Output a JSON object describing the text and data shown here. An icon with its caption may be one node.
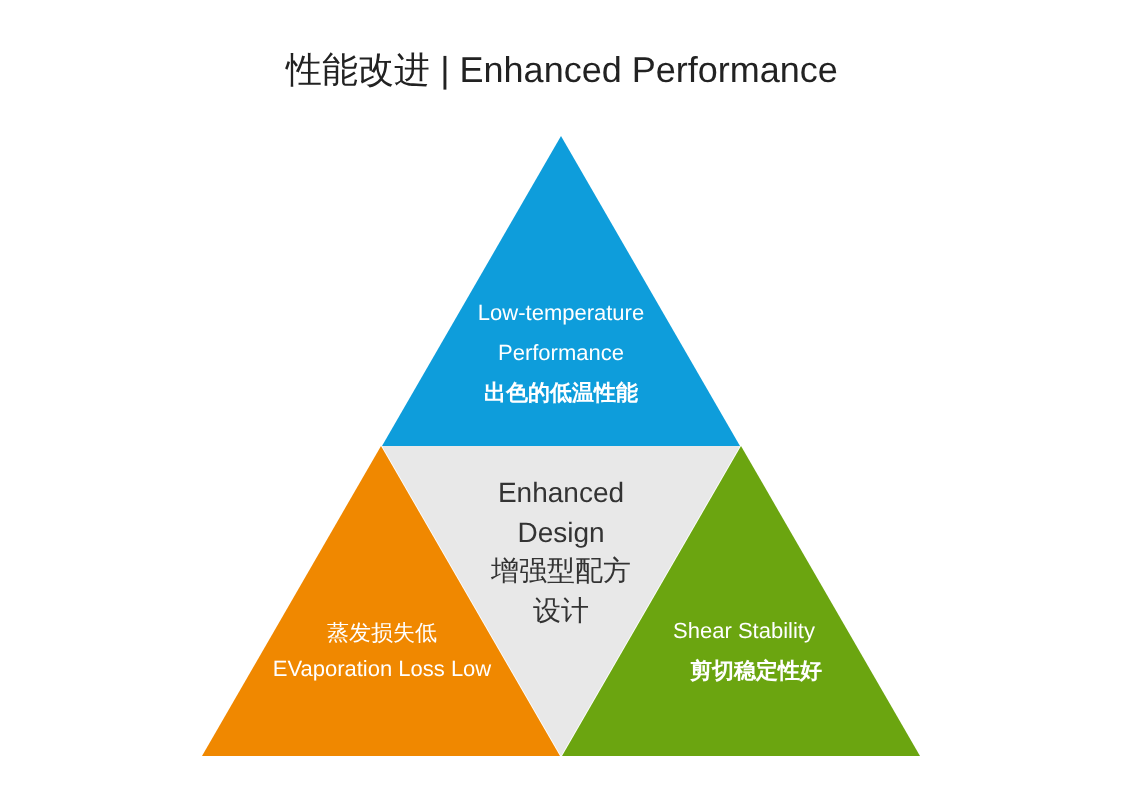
{
  "diagram": {
    "title": "性能改进 | Enhanced Performance",
    "nodes": [
      {
        "text": [
          "Low-temperature Performance",
          "出色的低温性能"
        ]
      },
      {
        "text": [
          "Enhanced Design",
          "增强型配方设计"
        ]
      },
      {
        "text": [
          "蒸发损失低",
          "EVaporation Loss Low"
        ]
      },
      {
        "text": [
          "Shear Stability",
          "剪切稳定性好"
        ]
      }
    ]
  }
}
